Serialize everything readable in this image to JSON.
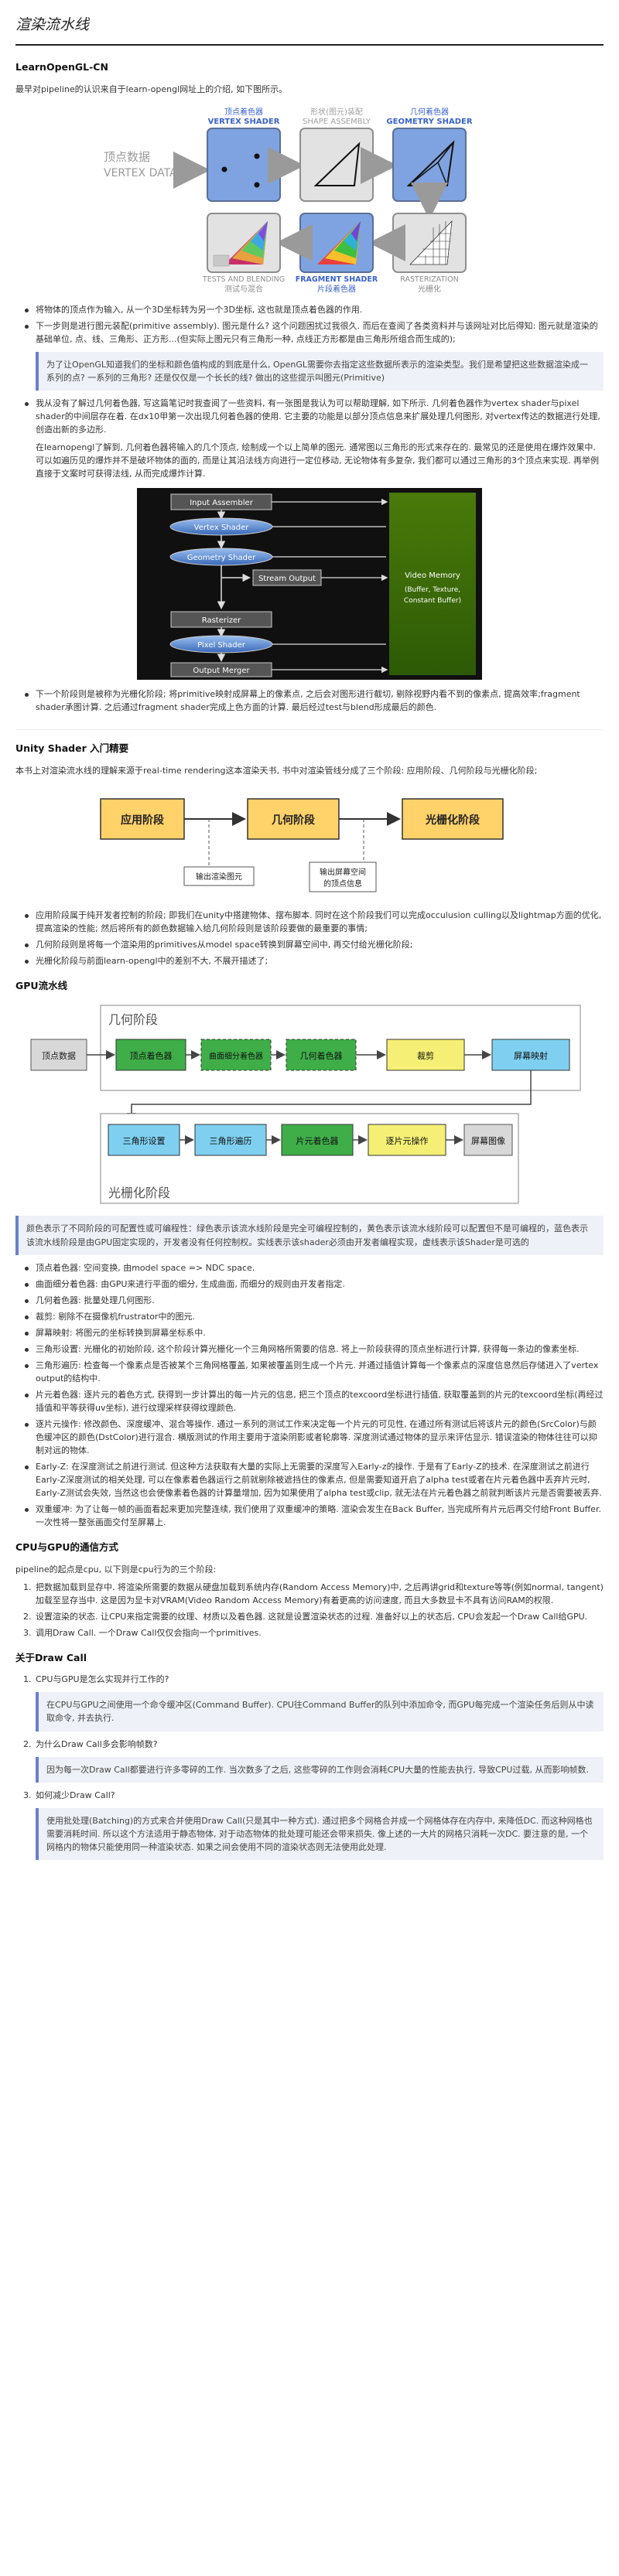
{
  "doc_title": "渲染流水线",
  "s1": {
    "heading": "LearnOpenGL-CN",
    "intro": "最早对pipeline的认识来自于learn-opengl网址上的介绍, 如下图所示。",
    "fig1": {
      "vertex_data": [
        "顶点数据",
        "VERTEX DATA[]"
      ],
      "vs": [
        "顶点着色器",
        "VERTEX SHADER"
      ],
      "sa": [
        "形状(图元)装配",
        "SHAPE ASSEMBLY"
      ],
      "gs": [
        "几何着色器",
        "GEOMETRY SHADER"
      ],
      "tb": [
        "TESTS AND BLENDING",
        "测试与混合"
      ],
      "fs": [
        "FRAGMENT SHADER",
        "片段着色器"
      ],
      "ra": [
        "RASTERIZATION",
        "光栅化"
      ]
    },
    "bullet1": "将物体的顶点作为输入, 从一个3D坐标转为另一个3D坐标, 这也就是顶点着色器的作用.",
    "bullet2": "下一步则是进行图元装配(primitive assembly). 图元是什么? 这个问题困扰过我很久. 而后在查阅了各类资料并与该网址对比后得知: 图元就是渲染的基础单位, 点、线、三角形、正方形...(但实际上图元只有三角形一种, 点线正方形都是由三角形所组合而生成的);",
    "quote1": "为了让OpenGL知道我们的坐标和颜色值构成的到底是什么, OpenGL需要你去指定这些数据所表示的渲染类型。我们是希望把这些数据渲染成一系列的点? 一系列的三角形? 还是仅仅是一个长长的线? 做出的这些提示叫图元(Primitive)",
    "bullet3": "我从没有了解过几何着色器, 写这篇笔记时我查阅了一些资料, 有一张图是我认为可以帮助理解, 如下所示. 几何着色器作为vertex shader与pixel shader的中间层存在着. 在dx10甲第一次出现几何着色器的使用. 它主要的功能是以部分顶点信息来扩展处理几何图形, 对vertex传达的数据进行处理, 创造出新的多边形.",
    "para": "在learnopengl了解到, 几何着色器将输入的几个顶点, 绘制成一个以上简单的图元. 通常图以三角形的形式来存在的. 最常见的还是使用在爆炸效果中. 可以如遍历见的爆炸并不是破坏物体的面的, 而是让其沿法线方向进行一定位移动, 无论物体有多复杂, 我们都可以通过三角形的3个顶点来实现. 再举例直接于文案时可获得法线, 从而完成爆炸计算.",
    "fig2": {
      "stages": [
        "Input Assembler",
        "Vertex Shader",
        "Geometry Shader",
        "Stream Output",
        "Rasterizer",
        "Pixel Shader",
        "Output Merger"
      ],
      "memory": [
        "Video Memory",
        "(Buffer, Texture,",
        "Constant Buffer)"
      ]
    },
    "bullet4": "下一个阶段则是被称为光栅化阶段; 将primitive映射成屏幕上的像素点, 之后会对图形进行截切, 剔除视野内看不到的像素点, 提高效率;fragment shader承图计算. 之后通过fragment shader完成上色方面的计算. 最后经过test与blend形成最后的颜色."
  },
  "s2": {
    "heading": "Unity Shader 入门精要",
    "para": "本书上对渲染流水线的理解来源于real-time rendering这本渲染天书, 书中对渲染管线分成了三个阶段: 应用阶段、几何阶段与光栅化阶段;",
    "fig": {
      "stages": [
        "应用阶段",
        "几何阶段",
        "光栅化阶段"
      ],
      "out1": "输出渲染图元",
      "out2": [
        "输出屏幕空间",
        "的顶点信息"
      ]
    },
    "bullets": [
      "应用阶段属于纯开发者控制的阶段; 即我们在unity中搭建物体、摆布脚本. 同时在这个阶段我们可以完成occulusion culling以及lightmap方面的优化, 提高渲染的性能; 然后将所有的颜色数据输入给几何阶段则是该阶段要做的最重要的事情;",
      "几何阶段则是将每一个渲染用的primitives从model space转换到屏幕空间中, 再交付给光栅化阶段;",
      "光栅化阶段与前面learn-opengl中的差别不大, 不展开描述了;"
    ]
  },
  "s3": {
    "heading": "GPU流水线",
    "fig": {
      "geo_title": "几何阶段",
      "ras_title": "光栅化阶段",
      "vertex_data": "顶点数据",
      "row1": [
        "顶点着色器",
        "曲面细分着色器",
        "几何着色器",
        "裁剪",
        "屏幕映射"
      ],
      "row2": [
        "三角形设置",
        "三角形遍历",
        "片元着色器",
        "逐片元操作",
        "屏幕图像"
      ]
    },
    "quote": "颜色表示了不同阶段的可配置性或可编程性：绿色表示该流水线阶段是完全可编程控制的，黄色表示该流水线阶段可以配置但不是可编程的，蓝色表示该流水线阶段是由GPU固定实现的，开发者没有任何控制权。实线表示该shader必须由开发者编程实现，虚线表示该Shader是可选的",
    "bullets": [
      "顶点着色器: 空间变换, 由model space => NDC space.",
      "曲面细分着色器: 由GPU来进行平面的细分, 生成曲面, 而细分的规则由开发者指定.",
      "几何着色器: 批量处理几何图形.",
      "裁剪: 剔除不在摄像机frustrator中的图元.",
      "屏幕映射: 将图元的坐标转换到屏幕坐标系中.",
      "三角形设置: 光栅化的初始阶段, 这个阶段计算光栅化一个三角网格所需要的信息. 将上一阶段获得的顶点坐标进行计算, 获得每一条边的像素坐标.",
      "三角形遍历: 检查每一个像素点是否被某个三角网格覆盖, 如果被覆盖则生成一个片元. 并通过插值计算每一个像素点的深度信息然后存储进入了vertex output的结构中.",
      "片元着色器: 逐片元的着色方式, 获得到一步计算出的每一片元的信息, 把三个顶点的texcoord坐标进行插值, 获取覆盖到的片元的texcoord坐标(再经过插值和平等获得uv坐标), 进行纹理采样获得纹理颜色.",
      "逐片元操作: 修改颜色、深度缓冲、混合等操作. 通过一系列的测试工作来决定每一个片元的可见性, 在通过所有测试后将该片元的颜色(SrcColor)与颜色缓冲区的颜色(DstColor)进行混合. 横版测试的作用主要用于渲染阴影或者轮廓等. 深度测试通过物体的显示来评估显示. 错误渲染的物体往往可以抑制对远的物体.",
      "Early-Z: 在深度测试之前进行测试. 但这种方法获取有大量的实际上无需要的深度写入Early-z的操作. 于是有了Early-Z的技术. 在深度测试之前进行Early-Z深度测试的相关处理, 可以在像素着色器运行之前就剔除被遮挡住的像素点, 但是需要知道开启了alpha test或者在片元着色器中丢弃片元时, Early-Z测试会失效, 当然这也会使像素着色器的计算量增加, 因为如果使用了alpha test或clip, 就无法在片元着色器之前就判断该片元是否需要被丢弃.",
      "双重缓冲: 为了让每一帧的画面看起来更加完整连续, 我们使用了双重缓冲的策略. 渲染会发生在Back Buffer, 当完成所有片元后再交付给Front Buffer. 一次性将一整张画面交付至屏幕上."
    ]
  },
  "s4": {
    "heading": "CPU与GPU的通信方式",
    "intro": "pipeline的起点是cpu, 以下则是cpu行为的三个阶段:",
    "items": [
      "把数据加载到显存中. 将渲染所需要的数据从硬盘加载到系统内存(Random Access Memory)中, 之后再讲grid和texture等等(例如normal, tangent)加载至显存当中. 这是因为显卡对VRAM(Video Random Access Memory)有着更高的访问速度, 而且大多数显卡不具有访问RAM的权限.",
      "设置渲染的状态. 让CPU来指定需要的纹理、材质以及着色器. 这就是设置渲染状态的过程. 准备好以上的状态后, CPU会发起一个Draw Call给GPU.",
      "调用Draw Call. 一个Draw Call仅仅会指向一个primitives."
    ]
  },
  "s5": {
    "heading": "关于Draw Call",
    "items": [
      {
        "q": "CPU与GPU是怎么实现并行工作的?",
        "a": "在CPU与GPU之间使用一个命令缓冲区(Command Buffer). CPU往Command Buffer的队列中添加命令, 而GPU每完成一个渲染任务后则从中读取命令, 并去执行."
      },
      {
        "q": "为什么Draw Call多会影响帧数?",
        "a": "因为每一次Draw Call都要进行许多零碎的工作. 当次数多了之后, 这些零碎的工作则会消耗CPU大量的性能去执行, 导致CPU过载, 从而影响帧数."
      },
      {
        "q": "如何减少Draw Call?",
        "a": "使用批处理(Batching)的方式来合并使用Draw Call(只是其中一种方式). 通过把多个网格合并成一个网格体存在内存中, 来降低DC. 而这种网格也需要消耗时间. 所以这个方法适用于静态物体, 对于动态物体的批处理可能还会带来损失. 像上述的一大片的网格只消耗一次DC. 要注意的是, 一个网格内的物体只能使用同一种渲染状态. 如果之间会使用不同的渲染状态则无法使用此处理."
      }
    ]
  }
}
